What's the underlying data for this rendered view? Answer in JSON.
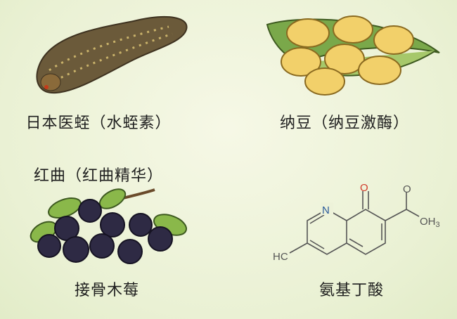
{
  "items": [
    {
      "label": "日本医蛭（水蛭素）",
      "icon": "leech"
    },
    {
      "label": "纳豆（纳豆激酶）",
      "icon": "soybean-pod"
    },
    {
      "label": "红曲（红曲精华）",
      "icon": "berries"
    },
    {
      "label": "接骨木莓",
      "icon": "elderberries"
    },
    {
      "label": "氨基丁酸",
      "icon": "chemical-structure"
    }
  ],
  "structure": {
    "atom_n": "N",
    "atom_o_ketone": "O",
    "atom_o_top": "O",
    "group_oh3": "OH",
    "subscript": "3",
    "group_hc": "HC"
  },
  "colors": {
    "nitrogen": "#2a5a9a",
    "oxygen": "#d03a2a",
    "bond": "#555555"
  }
}
